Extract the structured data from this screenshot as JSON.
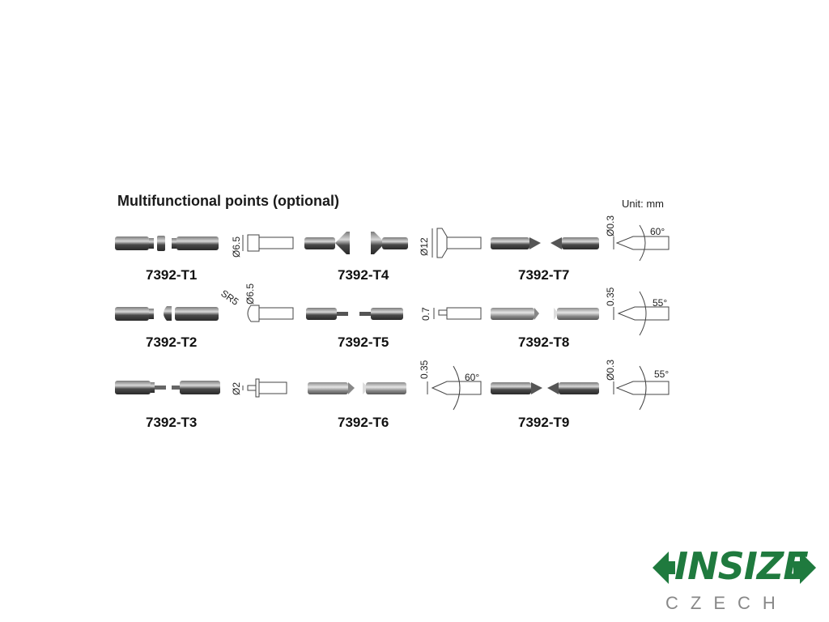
{
  "header": {
    "title": "Multifunctional points (optional)",
    "unit": "Unit: mm"
  },
  "items": [
    {
      "code": "7392-T1"
    },
    {
      "code": "7392-T2"
    },
    {
      "code": "7392-T3"
    },
    {
      "code": "7392-T4"
    },
    {
      "code": "7392-T5"
    },
    {
      "code": "7392-T6"
    },
    {
      "code": "7392-T7"
    },
    {
      "code": "7392-T8"
    },
    {
      "code": "7392-T9"
    }
  ],
  "dimensions": {
    "t1_diameter": "Ø6.5",
    "t2_radius": "SR5",
    "t2_diameter": "Ø6.5",
    "t3_diameter": "Ø2",
    "t4_diameter": "Ø12",
    "t5_width": "0.7",
    "t6_tip": "0.35",
    "t6_angle": "60°",
    "t7_tip": "Ø0.3",
    "t7_angle": "60°",
    "t8_tip": "0.35",
    "t8_angle": "55°",
    "t9_tip": "Ø0.3",
    "t9_angle": "55°"
  },
  "logo": {
    "brand": "INSIZE",
    "region": "CZECH",
    "color": "#1f7a3e"
  }
}
